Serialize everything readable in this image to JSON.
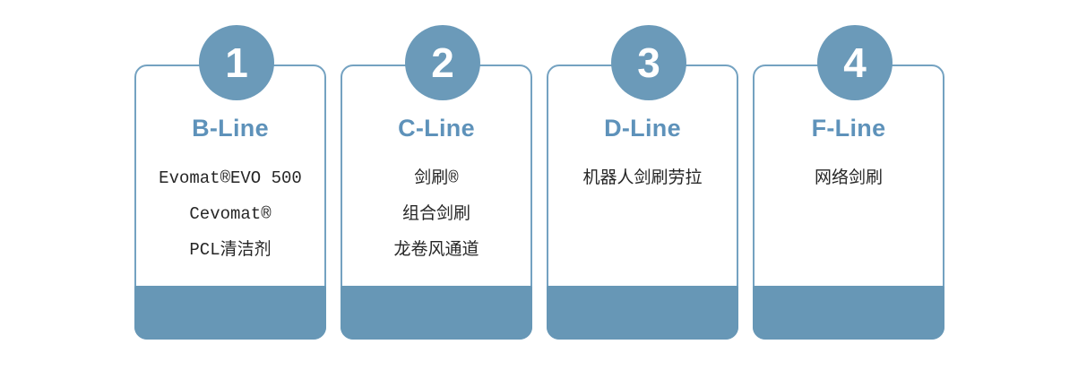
{
  "diagram": {
    "cards": [
      {
        "number": "1",
        "title": "B-Line",
        "items": [
          "Evomat®EVO 500",
          "Cevomat®",
          "PCL清洁剂"
        ]
      },
      {
        "number": "2",
        "title": "C-Line",
        "items": [
          "剑刷®",
          "组合剑刷",
          "龙卷风通道"
        ]
      },
      {
        "number": "3",
        "title": "D-Line",
        "items": [
          "机器人剑刷劳拉"
        ]
      },
      {
        "number": "4",
        "title": "F-Line",
        "items": [
          "网络剑刷"
        ]
      }
    ],
    "colors": {
      "background": "#ffffff",
      "circle": "#6b9ab9",
      "footer": "#6797b6",
      "border": "#74a2c1",
      "title": "#5e92ba",
      "item_text": "#262626",
      "number_text": "#ffffff"
    }
  }
}
